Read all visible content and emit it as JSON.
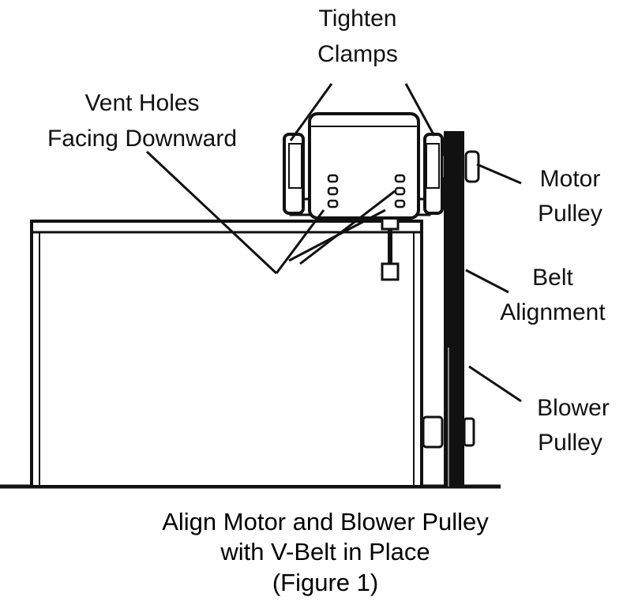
{
  "labels": {
    "tighten_clamps": [
      "Tighten",
      "Clamps"
    ],
    "vent_holes": [
      "Vent Holes",
      "Facing Downward"
    ],
    "motor_pulley": [
      "Motor",
      "Pulley"
    ],
    "belt_alignment": [
      "Belt",
      "Alignment"
    ],
    "blower_pulley": [
      "Blower",
      "Pulley"
    ]
  },
  "caption": {
    "line1": "Align Motor and Blower Pulley",
    "line2": "with V-Belt in Place",
    "line3": "(Figure 1)"
  }
}
